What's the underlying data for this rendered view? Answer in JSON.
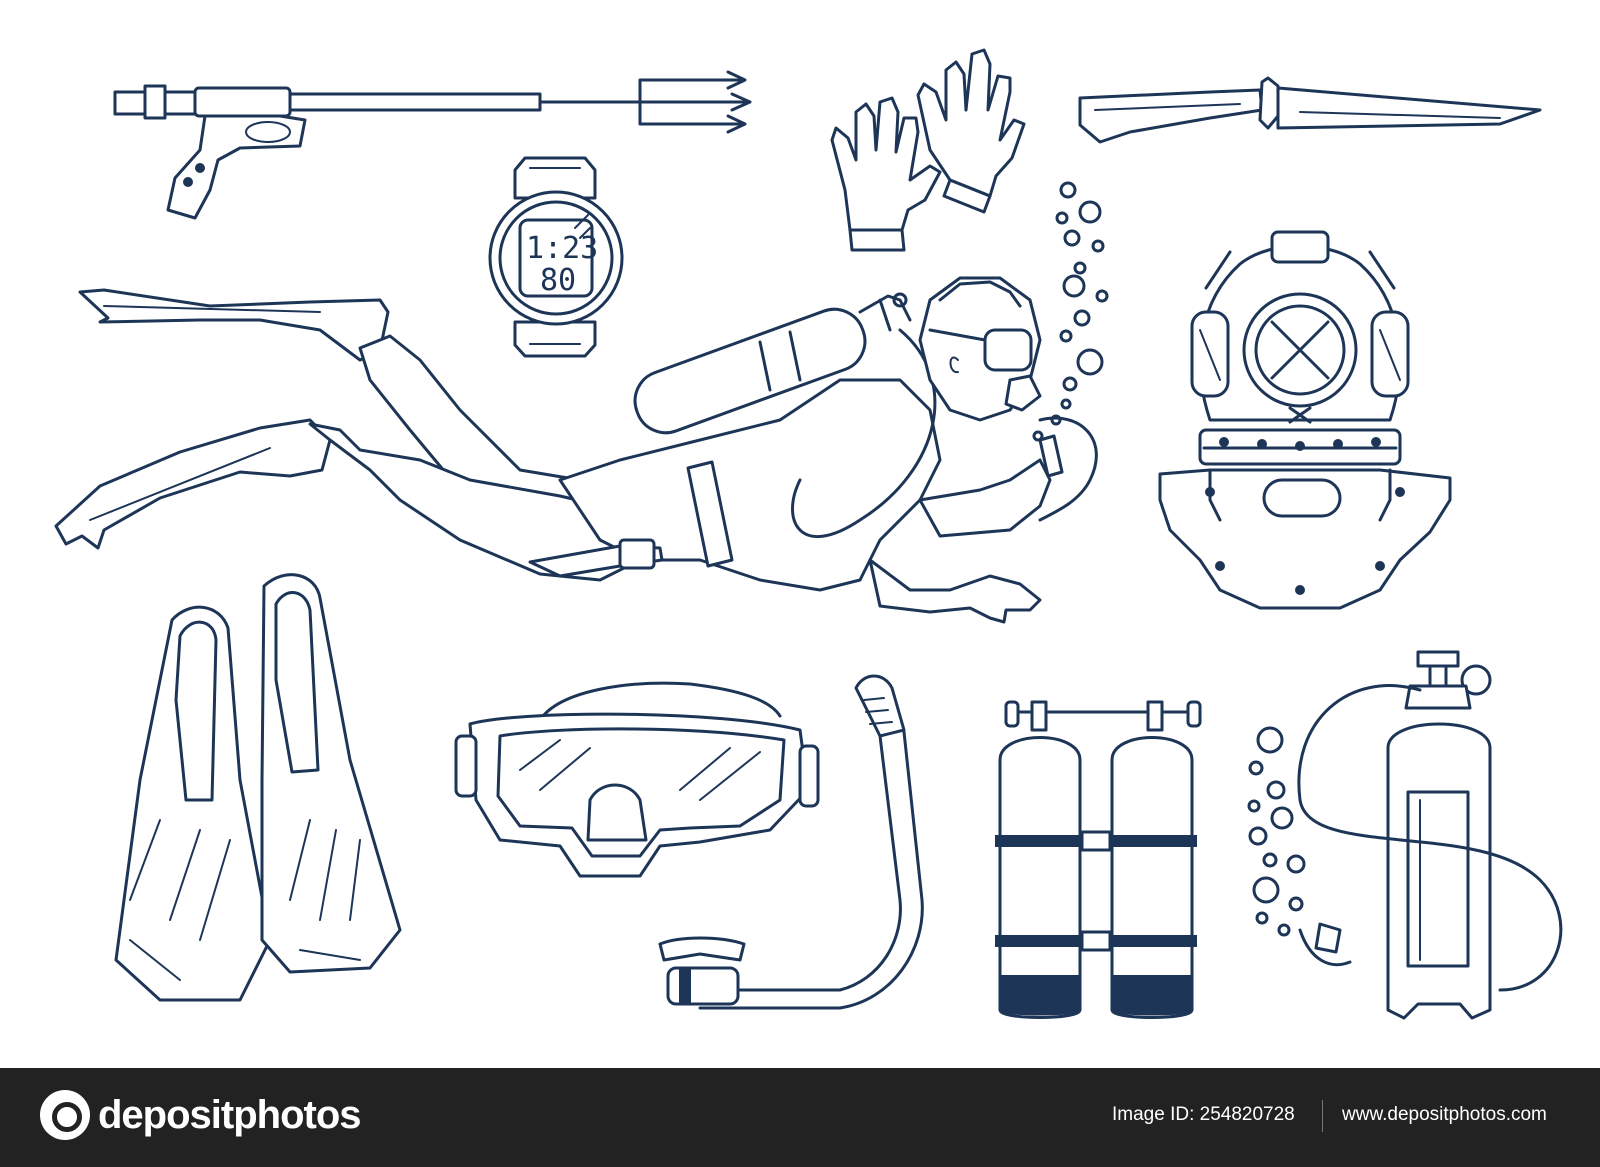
{
  "illustration": {
    "watch_time": "1:23",
    "watch_depth": "80",
    "ink_color": "#1d3557",
    "items": [
      "speargun-icon",
      "dive-watch-icon",
      "gloves-icon",
      "dive-knife-icon",
      "scuba-diver-illustration",
      "diving-helmet-icon",
      "fins-icon",
      "dive-mask-icon",
      "snorkel-icon",
      "twin-tanks-icon",
      "single-tank-icon",
      "bubbles-icon"
    ]
  },
  "footer": {
    "brand": "depositphotos",
    "image_id_label": "Image ID: 254820728",
    "site_url": "www.depositphotos.com",
    "background": "#222222"
  }
}
